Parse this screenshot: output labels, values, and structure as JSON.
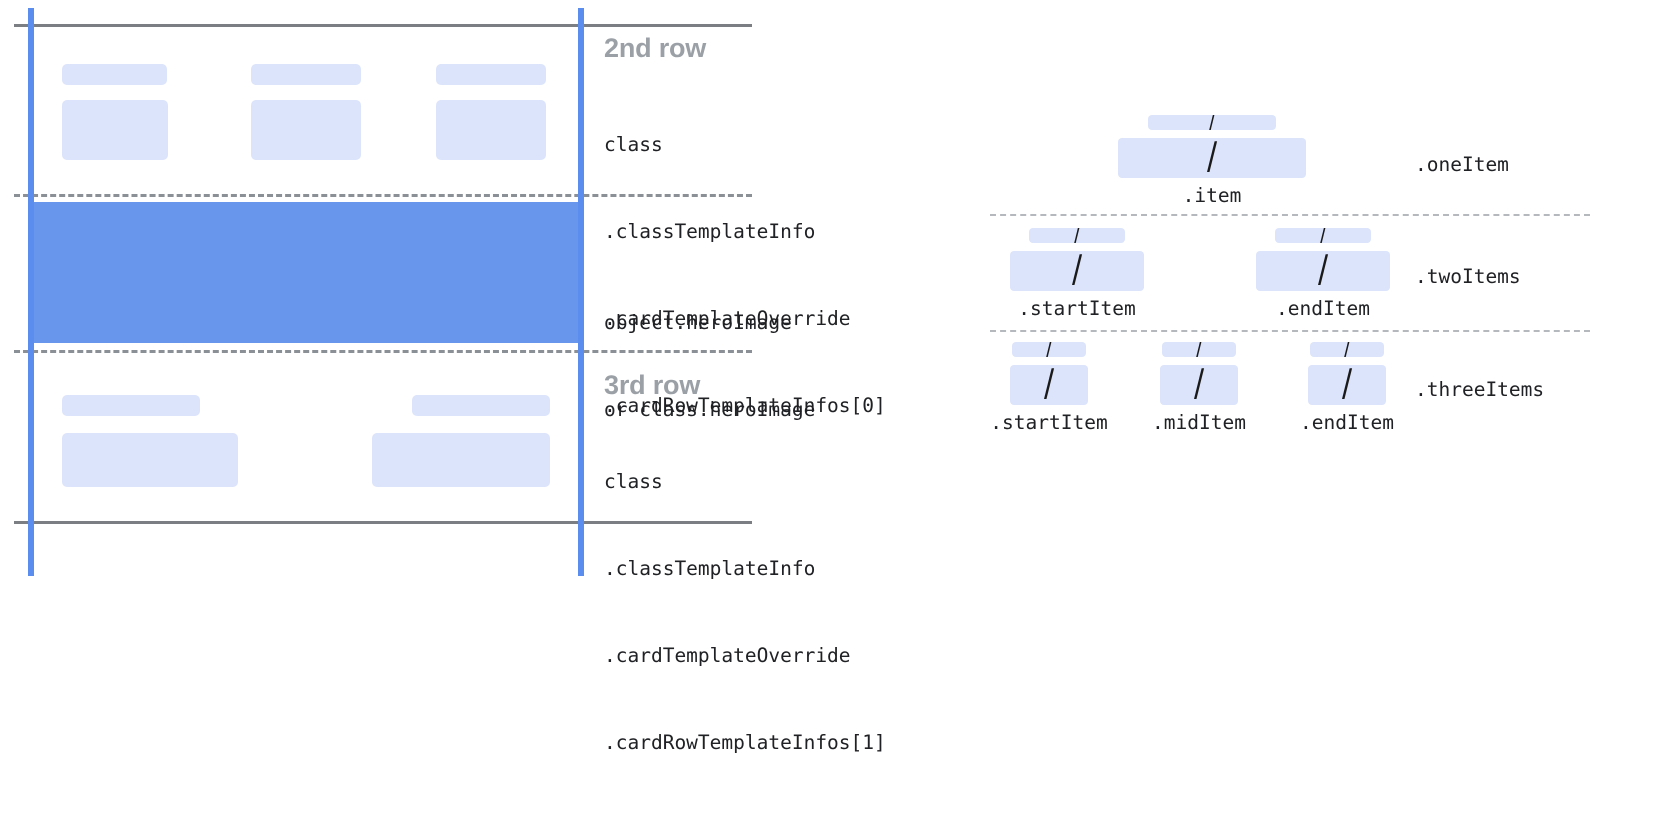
{
  "diagram": {
    "title_row2": "2nd row",
    "title_row3": "3rd row",
    "card_panel": {
      "rows": [
        {
          "name": "second-row",
          "heading": "2nd row",
          "code_lines": [
            "class",
            ".classTemplateInfo",
            ".cardTemplateOverride",
            ".cardRowTemplateInfos[0]"
          ],
          "placeholder_columns": 3
        },
        {
          "name": "hero-image-row",
          "heading": "",
          "code_lines": [
            "object.heroImage",
            "or class.heroImage"
          ],
          "placeholder_columns": 0
        },
        {
          "name": "third-row",
          "heading": "3rd row",
          "code_lines": [
            "class",
            ".classTemplateInfo",
            ".cardTemplateOverride",
            ".cardRowTemplateInfos[1]"
          ],
          "placeholder_columns": 2
        }
      ]
    },
    "item_layouts": [
      {
        "name": "oneItem",
        "group_label": ".oneItem",
        "items": [
          {
            "caption": ".item",
            "glyph": "/"
          }
        ]
      },
      {
        "name": "twoItems",
        "group_label": ".twoItems",
        "items": [
          {
            "caption": ".startItem",
            "glyph": "/"
          },
          {
            "caption": ".endItem",
            "glyph": "/"
          }
        ]
      },
      {
        "name": "threeItems",
        "group_label": ".threeItems",
        "items": [
          {
            "caption": ".startItem",
            "glyph": "/"
          },
          {
            "caption": ".midItem",
            "glyph": "/"
          },
          {
            "caption": ".endItem",
            "glyph": "/"
          }
        ]
      }
    ]
  },
  "colors": {
    "accent_blue": "#5b8def",
    "hero_blue": "#6896ec",
    "placeholder_blue": "#dbe4fb",
    "heading_gray": "#9aa0a6",
    "rule_gray": "#7b7f84",
    "dashed_gray": "#8b9096",
    "text_dark": "#202124",
    "background": "#ffffff"
  }
}
